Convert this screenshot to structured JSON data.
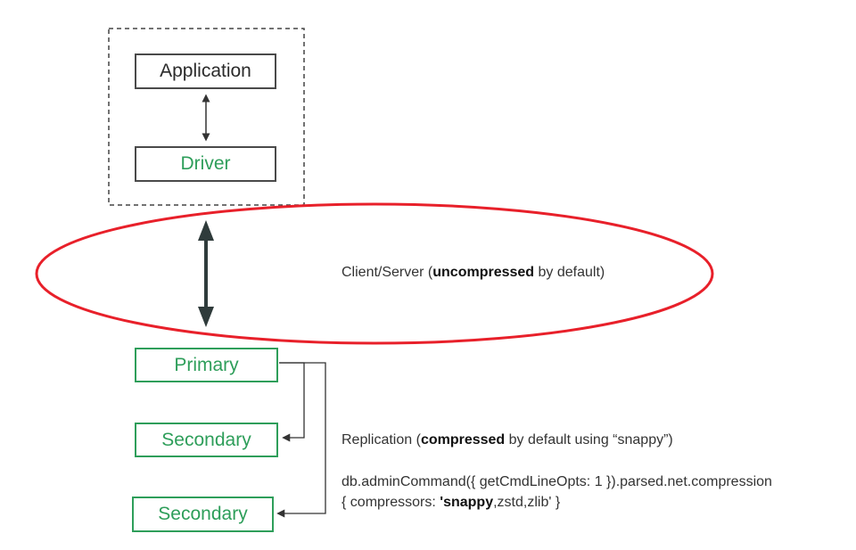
{
  "nodes": {
    "application": "Application",
    "driver": "Driver",
    "primary": "Primary",
    "secondary_1": "Secondary",
    "secondary_2": "Secondary"
  },
  "client_server": {
    "prefix": "Client/Server (",
    "bold": "uncompressed",
    "suffix": " by default)"
  },
  "replication": {
    "prefix": "Replication (",
    "bold": "compressed",
    "suffix": " by default using “snappy”)"
  },
  "command": {
    "line1": "db.adminCommand({ getCmdLineOpts: 1 }).parsed.net.compression",
    "line2_prefix": "{ compressors: ",
    "line2_bold": "'snappy",
    "line2_suffix": ",zstd,zlib' }"
  },
  "colors": {
    "ellipse": "#e8202a",
    "green": "#2e9e5a",
    "dark": "#2f3b3b"
  }
}
